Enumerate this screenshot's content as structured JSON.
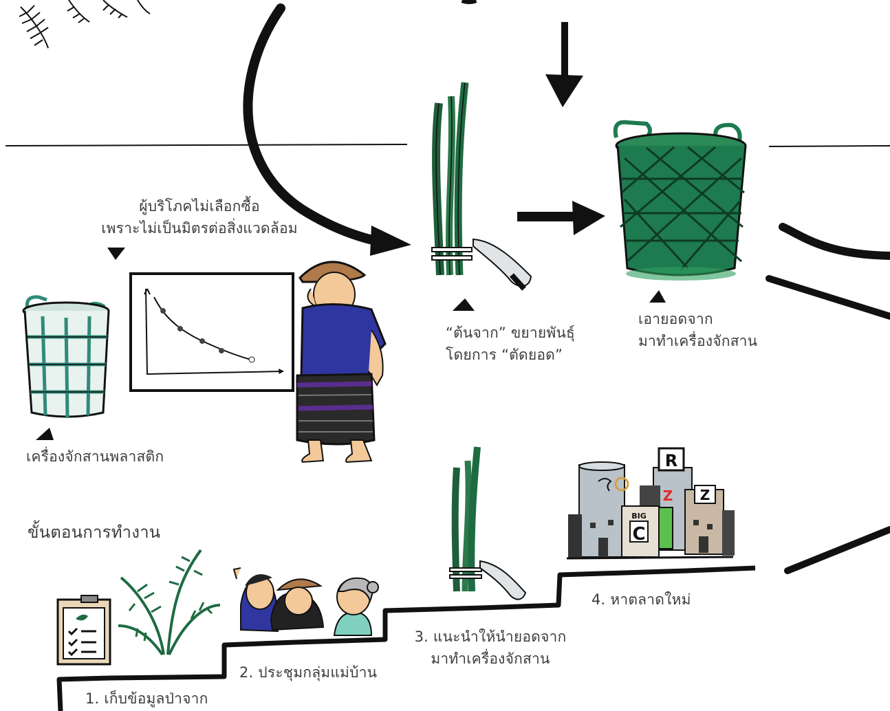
{
  "labels": {
    "consumers_line1": "ผู้บริโภคไม่เลือกซื้อ",
    "consumers_line2": "เพราะไม่เป็นมิตรต่อสิ่งแวดล้อม",
    "plastic_basket": "เครื่องจักสานพลาสติก",
    "nipa_line1": "“ต้นจาก” ขยายพันธุ์",
    "nipa_line2": "โดยการ “ตัดยอด”",
    "shoots_line1": "เอายอดจาก",
    "shoots_line2": "มาทำเครื่องจักสาน"
  },
  "steps": {
    "title": "ขั้นตอนการทำงาน",
    "step1": "1. เก็บข้อมูลป่าจาก",
    "step2": "2. ประชุมกลุ่มแม่บ้าน",
    "step3_line1": "3. แนะนำให้นำยอดจาก",
    "step3_line2": "มาทำเครื่องจักสาน",
    "step4": "4. หาตลาดใหม่"
  },
  "store_logos": {
    "r_sign": "R",
    "z_sign": "Z",
    "bigc_small": "BIG",
    "bigc_large": "C"
  },
  "colors": {
    "ink": "#111111",
    "basket_green": "#1e7a4f",
    "plastic_teal": "#2f8a7a",
    "shirt_blue": "#3036a0",
    "skirt_purple": "#5b2d8f",
    "skin": "#f3c99a",
    "hat": "#b07a4a",
    "building_grey": "#b8c2c8",
    "bigc_green": "#5cc04f",
    "lotus_red": "#e32b2b"
  }
}
